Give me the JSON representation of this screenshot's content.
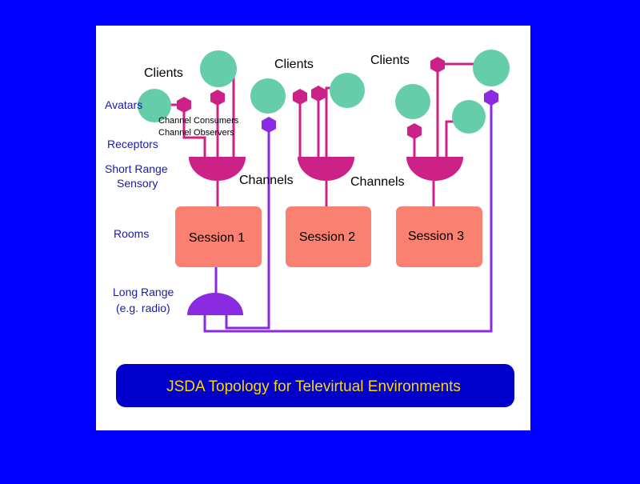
{
  "diagram": {
    "title": "JSDA Topology for Televirtual Environments",
    "labels": {
      "clients": "Clients",
      "avatars": "Avatars",
      "receptors": "Receptors",
      "channel_consumers": "Channel Consumers",
      "channel_observers": "Channel Observers",
      "short_range_line1": "Short Range",
      "short_range_line2": "Sensory",
      "channels": "Channels",
      "rooms": "Rooms",
      "long_range_line1": "Long Range",
      "long_range_line2": "(e.g. radio)"
    },
    "sessions": [
      "Session 1",
      "Session 2",
      "Session 3"
    ]
  },
  "colors": {
    "background": "#0000ff",
    "panel": "#ffffff",
    "client": "#66cdaa",
    "consumer": "#cc2288",
    "observer": "#8a2be2",
    "session": "#fa8072",
    "label_blue": "#1a1aaa",
    "title_bg": "#0000cc",
    "title_text": "#ffd700"
  }
}
